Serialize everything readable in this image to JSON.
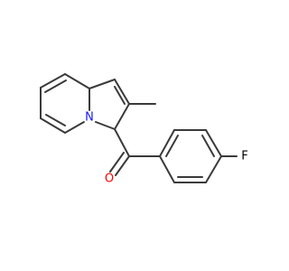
{
  "molecule": {
    "atoms": {
      "nitrogen": {
        "symbol": "N",
        "color": "#1a1aff"
      },
      "oxygen": {
        "symbol": "O",
        "color": "#ff0000"
      },
      "fluorine": {
        "symbol": "F",
        "color": "#000000"
      }
    },
    "bond_color": "#3a3a3a"
  }
}
